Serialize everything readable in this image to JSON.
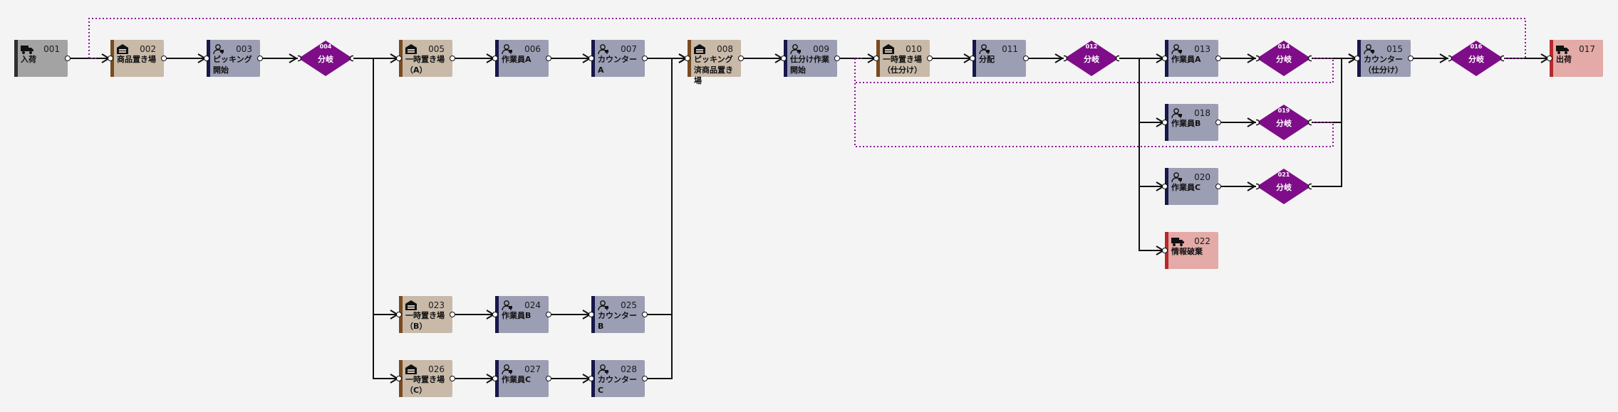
{
  "colors": {
    "background": "#f4f4f4",
    "edge": "#111111",
    "group_border": "#8b1a95",
    "branch_fill": "#7f0d89",
    "storage": {
      "bg": "#c8b9a8",
      "bar": "#7a4b1e"
    },
    "worker": {
      "bg": "#9c9eb4",
      "bar": "#16174a"
    },
    "inbound": {
      "bg": "#a3a3a3",
      "bar": "#2f2f2f"
    },
    "outbound": {
      "bg": "#e3aaa7",
      "bar": "#b7282a"
    }
  },
  "nodes": [
    {
      "id": "001",
      "type": "inbound",
      "icon": "truck-icon",
      "label": "入荷"
    },
    {
      "id": "002",
      "type": "storage",
      "icon": "warehouse-icon",
      "label": "商品置き場"
    },
    {
      "id": "003",
      "type": "worker",
      "icon": "worker-icon",
      "label": "ピッキング開始"
    },
    {
      "id": "004",
      "type": "branch",
      "label": "分岐"
    },
    {
      "id": "005",
      "type": "storage",
      "icon": "warehouse-icon",
      "label": "一時置き場（A）"
    },
    {
      "id": "006",
      "type": "worker",
      "icon": "worker-icon",
      "label": "作業員A"
    },
    {
      "id": "007",
      "type": "worker",
      "icon": "worker-icon",
      "label": "カウンターA"
    },
    {
      "id": "008",
      "type": "storage",
      "icon": "warehouse-icon",
      "label": "ピッキング済商品置き場"
    },
    {
      "id": "009",
      "type": "worker",
      "icon": "worker-icon",
      "label": "仕分け作業開始"
    },
    {
      "id": "010",
      "type": "storage",
      "icon": "warehouse-icon",
      "label": "一時置き場（仕分け）"
    },
    {
      "id": "011",
      "type": "worker",
      "icon": "worker-icon",
      "label": "分配"
    },
    {
      "id": "012",
      "type": "branch",
      "label": "分岐"
    },
    {
      "id": "013",
      "type": "worker",
      "icon": "worker-icon",
      "label": "作業員A"
    },
    {
      "id": "014",
      "type": "branch",
      "label": "分岐"
    },
    {
      "id": "015",
      "type": "worker",
      "icon": "worker-icon",
      "label": "カウンター（仕分け）"
    },
    {
      "id": "016",
      "type": "branch",
      "label": "分岐"
    },
    {
      "id": "017",
      "type": "outbound",
      "icon": "truck-icon",
      "label": "出荷"
    },
    {
      "id": "018",
      "type": "worker",
      "icon": "worker-icon",
      "label": "作業員B"
    },
    {
      "id": "019",
      "type": "branch",
      "label": "分岐"
    },
    {
      "id": "020",
      "type": "worker",
      "icon": "worker-icon",
      "label": "作業員C"
    },
    {
      "id": "021",
      "type": "branch",
      "label": "分岐"
    },
    {
      "id": "022",
      "type": "outbound",
      "icon": "truck-icon",
      "label": "情報破棄"
    },
    {
      "id": "023",
      "type": "storage",
      "icon": "warehouse-icon",
      "label": "一時置き場（B）"
    },
    {
      "id": "024",
      "type": "worker",
      "icon": "worker-icon",
      "label": "作業員B"
    },
    {
      "id": "025",
      "type": "worker",
      "icon": "worker-icon",
      "label": "カウンターB"
    },
    {
      "id": "026",
      "type": "storage",
      "icon": "warehouse-icon",
      "label": "一時置き場（C）"
    },
    {
      "id": "027",
      "type": "worker",
      "icon": "worker-icon",
      "label": "作業員C"
    },
    {
      "id": "028",
      "type": "worker",
      "icon": "worker-icon",
      "label": "カウンターC"
    }
  ],
  "edges": [
    [
      "001",
      "002"
    ],
    [
      "002",
      "003"
    ],
    [
      "003",
      "004"
    ],
    [
      "004",
      "005"
    ],
    [
      "004",
      "023"
    ],
    [
      "004",
      "026"
    ],
    [
      "005",
      "006"
    ],
    [
      "006",
      "007"
    ],
    [
      "007",
      "008"
    ],
    [
      "023",
      "024"
    ],
    [
      "024",
      "025"
    ],
    [
      "025",
      "008"
    ],
    [
      "026",
      "027"
    ],
    [
      "027",
      "028"
    ],
    [
      "028",
      "008"
    ],
    [
      "008",
      "009"
    ],
    [
      "009",
      "010"
    ],
    [
      "010",
      "011"
    ],
    [
      "011",
      "012"
    ],
    [
      "012",
      "013"
    ],
    [
      "012",
      "018"
    ],
    [
      "012",
      "020"
    ],
    [
      "012",
      "022"
    ],
    [
      "013",
      "014"
    ],
    [
      "018",
      "019"
    ],
    [
      "020",
      "021"
    ],
    [
      "014",
      "015"
    ],
    [
      "019",
      "015"
    ],
    [
      "021",
      "015"
    ],
    [
      "015",
      "016"
    ],
    [
      "016",
      "017"
    ]
  ],
  "loops": [
    {
      "from": "016",
      "to": "002"
    },
    {
      "from": "014",
      "to": "010"
    },
    {
      "from": "019",
      "to": "010"
    }
  ]
}
